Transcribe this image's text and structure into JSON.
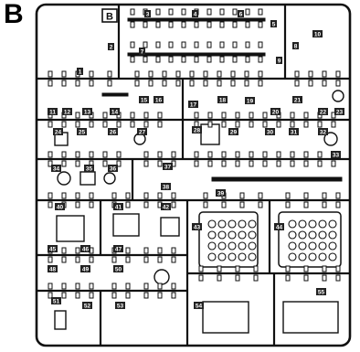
{
  "sheet": {
    "letter": "B",
    "frame_label": "B"
  },
  "parts": [
    {
      "num": "1"
    },
    {
      "num": "2"
    },
    {
      "num": "3"
    },
    {
      "num": "4"
    },
    {
      "num": "5"
    },
    {
      "num": "6"
    },
    {
      "num": "7"
    },
    {
      "num": "8"
    },
    {
      "num": "9"
    },
    {
      "num": "10"
    },
    {
      "num": "11"
    },
    {
      "num": "12"
    },
    {
      "num": "13"
    },
    {
      "num": "14"
    },
    {
      "num": "15"
    },
    {
      "num": "16"
    },
    {
      "num": "17"
    },
    {
      "num": "18"
    },
    {
      "num": "19"
    },
    {
      "num": "20"
    },
    {
      "num": "21"
    },
    {
      "num": "22"
    },
    {
      "num": "23"
    },
    {
      "num": "24"
    },
    {
      "num": "25"
    },
    {
      "num": "26"
    },
    {
      "num": "27"
    },
    {
      "num": "28"
    },
    {
      "num": "29"
    },
    {
      "num": "30"
    },
    {
      "num": "31"
    },
    {
      "num": "32"
    },
    {
      "num": "33"
    },
    {
      "num": "34"
    },
    {
      "num": "35"
    },
    {
      "num": "36"
    },
    {
      "num": "37"
    },
    {
      "num": "38"
    },
    {
      "num": "39"
    },
    {
      "num": "40"
    },
    {
      "num": "41"
    },
    {
      "num": "42"
    },
    {
      "num": "43"
    },
    {
      "num": "44"
    },
    {
      "num": "45"
    },
    {
      "num": "46"
    },
    {
      "num": "47"
    },
    {
      "num": "48"
    },
    {
      "num": "49"
    },
    {
      "num": "50"
    },
    {
      "num": "51"
    },
    {
      "num": "52"
    },
    {
      "num": "53"
    },
    {
      "num": "54"
    },
    {
      "num": "55"
    }
  ],
  "colors": {
    "ink": "#111111",
    "label_fill": "#222222",
    "label_text": "#ffffff",
    "paper": "#ffffff"
  }
}
